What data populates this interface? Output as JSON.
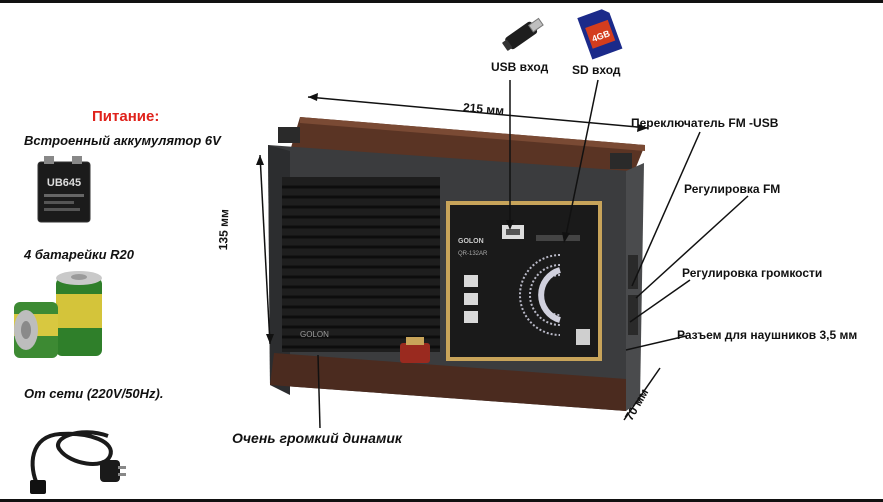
{
  "power": {
    "title": "Питание:",
    "battery_builtin": "Встроенный аккумулятор 6V",
    "battery_model": "UB645",
    "batteries_r20": "4 батарейки R20",
    "mains": "От сети (220V/50Hz)."
  },
  "ports": {
    "usb": "USB вход",
    "sd": "SD вход",
    "sd_card_capacity": "4GB"
  },
  "dimensions": {
    "width": "215 мм",
    "height": "135 мм",
    "depth": "70 мм"
  },
  "controls": {
    "switch_fm_usb": "Переключатель FM -USB",
    "fm_tuning": "Регулировка  FM",
    "volume": "Регулировка громкости",
    "headphone_jack": "Разъем для наушников 3,5 мм"
  },
  "speaker": "Очень громкий динамик",
  "device": {
    "brand": "GOLON",
    "model": "QR-132AR",
    "speaker_brand": "GOLON"
  },
  "colors": {
    "accent_red": "#e0221b",
    "wood": "#5a3424",
    "body": "#3b3c3e",
    "panel": "#1a1a1a",
    "gold": "#c8a45a"
  }
}
